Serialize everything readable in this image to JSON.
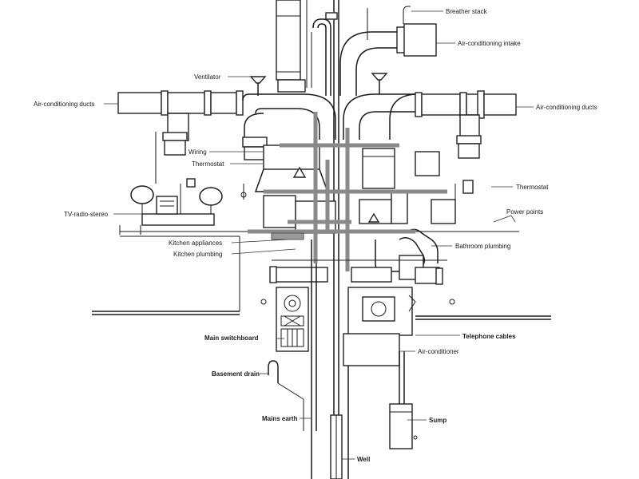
{
  "labels": {
    "breather_stack": "Breather stack",
    "ac_intake": "Air-conditioning intake",
    "ventilator": "Ventilator",
    "ac_ducts_left": "Air-conditioning ducts",
    "ac_ducts_right": "Air-conditioning ducts",
    "wiring": "Wiring",
    "thermostat_left": "Thermostat",
    "thermostat_right": "Thermostat",
    "tv_radio_stereo": "TV-radio-stereo",
    "power_points": "Power points",
    "kitchen_appliances": "Kitchen appliances",
    "kitchen_plumbing": "Kitchen plumbing",
    "bathroom_plumbing": "Bathroom plumbing",
    "main_switchboard": "Main switchboard",
    "telephone_cables": "Telephone cables",
    "air_conditioner": "Air-conditioner",
    "basement_drain": "Basement drain",
    "mains_earth": "Mains earth",
    "sump": "Sump",
    "well": "Well"
  },
  "colors": {
    "ink": "#1a1a1a",
    "background": "#ffffff",
    "grey_services": "#8a8a8a"
  }
}
